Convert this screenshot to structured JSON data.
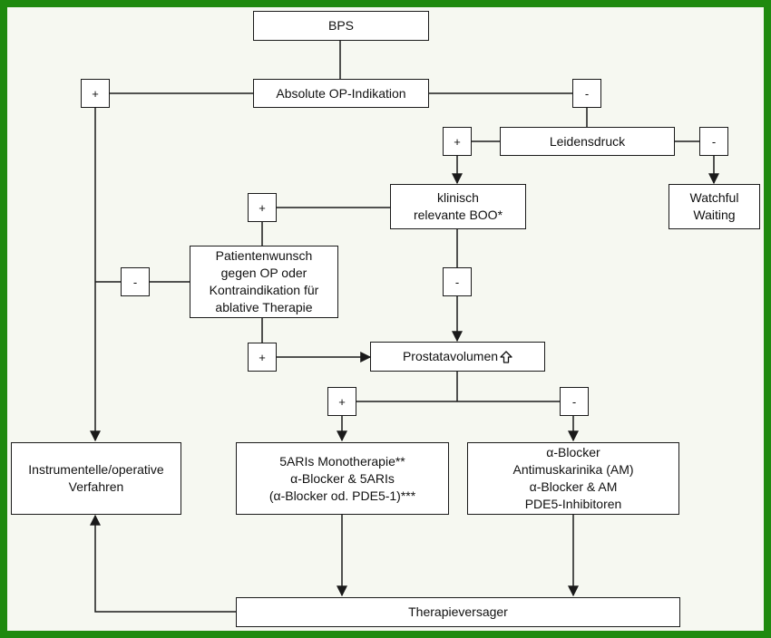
{
  "colors": {
    "frame": "#1f8a0f",
    "background": "#f6f8f1",
    "line": "#1a1a1a"
  },
  "nodes": {
    "bps": "BPS",
    "absolute_op": "Absolute OP-Indikation",
    "leidensdruck": "Leidensdruck",
    "watchful_waiting": "Watchful\nWaiting",
    "klinisch_boo": "klinisch\nrelevante BOO*",
    "patientenwunsch": "Patientenwunsch\ngegen OP oder\nKontraindikation für\nablative Therapie",
    "prostatavolumen": "Prostatavolumen",
    "instrumentelle": "Instrumentelle/operative\nVerfahren",
    "fiveari": "5ARIs Monotherapie**\nα-Blocker & 5ARIs\n(α-Blocker od. PDE5-1)***",
    "alpha_blocker": "α-Blocker\nAntimuskarinika (AM)\nα-Blocker & AM\nPDE5-Inhibitoren",
    "therapieversager": "Therapieversager"
  },
  "icons": {
    "prostatavolumen_indicator": "outline-up-arrow-icon"
  },
  "decisions": {
    "op_plus": "+",
    "op_minus": "-",
    "leid_plus": "+",
    "leid_minus": "-",
    "boo_plus": "+",
    "boo_minus": "-",
    "pw_minus": "-",
    "pw_plus": "+",
    "pv_plus": "+",
    "pv_minus": "-"
  }
}
